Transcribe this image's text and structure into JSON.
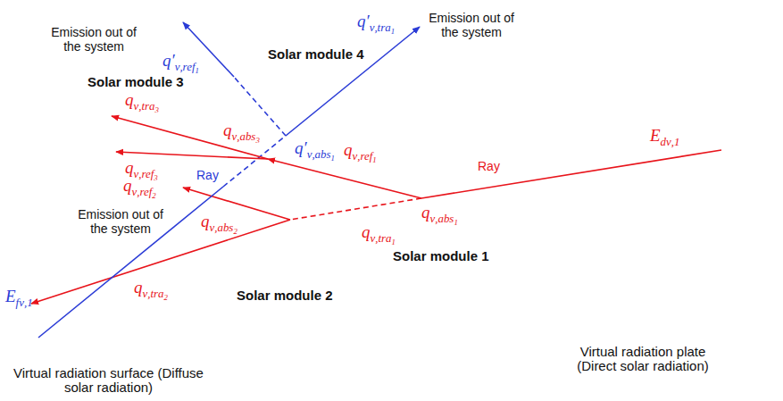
{
  "diagram": {
    "nodes": [
      {
        "text": [
          "Solar module 3"
        ]
      },
      {
        "text": [
          "Solar module 4"
        ]
      },
      {
        "text": [
          "Solar module 1"
        ]
      },
      {
        "text": [
          "Solar module 2"
        ]
      },
      {
        "text": [
          "Virtual radiation plate (Direct solar radiation)"
        ]
      },
      {
        "text": [
          "Virtual radiation surface (Diffuse solar radiation)"
        ]
      }
    ],
    "edges": [
      {
        "from": 4,
        "to": 2,
        "arrow": "none"
      },
      {
        "from": 2,
        "to": 0,
        "arrow": "to"
      },
      {
        "from": 2,
        "to": 3,
        "arrow": "none"
      },
      {
        "from": 5,
        "to": 0,
        "arrow": "none"
      }
    ],
    "labels": [
      "Emission out of the system",
      "q′ν,ref1",
      "Emission out of the system",
      "q′ν,tra1",
      "q′ν,abs1",
      "qν,tra3",
      "qν,abs3",
      "qν,ref1",
      "qν,ref3",
      "qν,abs1",
      "Ray",
      "Ray",
      "Edν,1",
      "qν,ref2",
      "qν,abs2",
      "qν,tra1",
      "Emission out of the system",
      "qν,tra2",
      "Efν,1"
    ]
  }
}
